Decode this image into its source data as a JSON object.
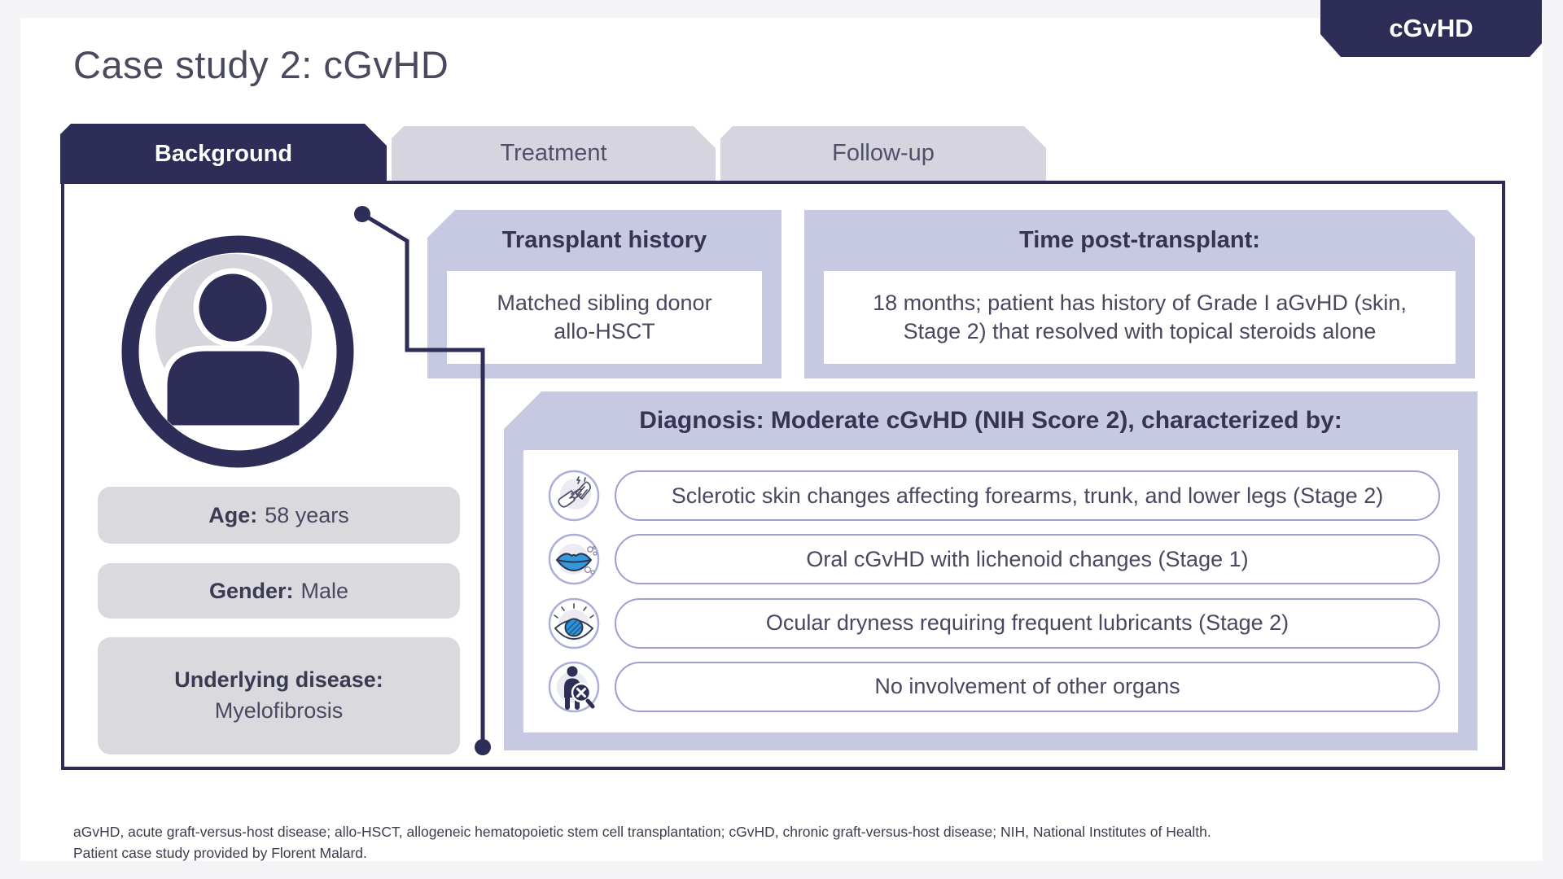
{
  "badge": {
    "label": "cGvHD"
  },
  "title": "Case study 2: cGvHD",
  "tabs": [
    {
      "label": "Background",
      "active": true
    },
    {
      "label": "Treatment",
      "active": false
    },
    {
      "label": "Follow-up",
      "active": false
    }
  ],
  "patient": {
    "age_label": "Age:",
    "age_value": "58 years",
    "gender_label": "Gender:",
    "gender_value": "Male",
    "disease_label": "Underlying disease:",
    "disease_value": "Myelofibrosis",
    "avatar_icon": "person-avatar-icon"
  },
  "transplant_history": {
    "title": "Transplant history",
    "body": "Matched sibling donor allo-HSCT"
  },
  "time_post_transplant": {
    "title": "Time post-transplant:",
    "body": "18 months; patient has history of Grade I aGvHD (skin, Stage 2) that resolved with topical steroids alone"
  },
  "diagnosis": {
    "title": "Diagnosis: Moderate cGvHD (NIH Score 2), characterized by:",
    "items": [
      {
        "icon": "hands-skin-icon",
        "text": "Sclerotic skin changes affecting forearms, trunk, and lower legs (Stage 2)"
      },
      {
        "icon": "lips-oral-icon",
        "text": "Oral cGvHD with lichenoid changes (Stage 1)"
      },
      {
        "icon": "eye-ocular-icon",
        "text": "Ocular dryness requiring frequent lubricants (Stage 2)"
      },
      {
        "icon": "body-magnifier-icon",
        "text": "No involvement of other organs"
      }
    ]
  },
  "footnotes": {
    "line1": "aGvHD, acute graft-versus-host disease; allo-HSCT, allogeneic hematopoietic stem cell transplantation; cGvHD, chronic graft-versus-host disease; NIH, National Institutes of Health.",
    "line2": "Patient case study provided by Florent Malard."
  },
  "colors": {
    "navy": "#2d2d57",
    "lavender": "#c7c9e2",
    "tab_inactive": "#d6d5df",
    "info_gray": "#dad9de",
    "pill_border": "#9ca1d0",
    "accent_blue": "#2f93d8",
    "page_bg": "#f4f4f6"
  }
}
